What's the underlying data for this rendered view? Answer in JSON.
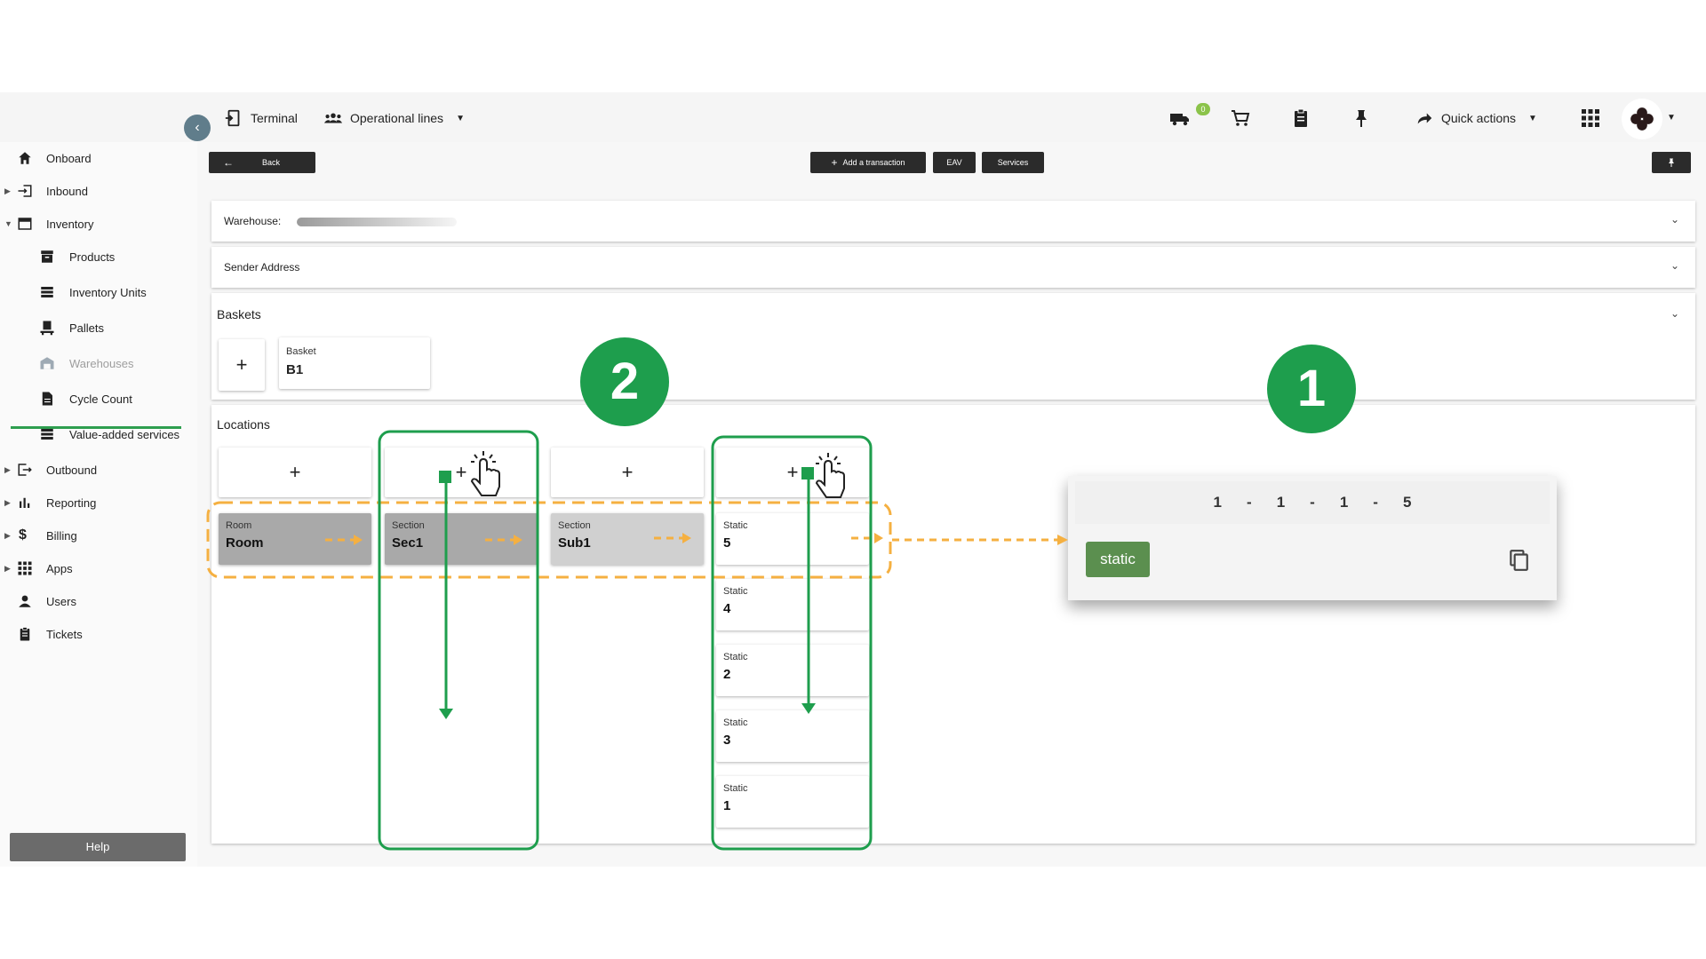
{
  "topbar": {
    "terminal": "Terminal",
    "operational_lines": "Operational lines",
    "badge_count": "0",
    "quick_actions": "Quick actions"
  },
  "sidebar": {
    "items": [
      {
        "label": "Onboard"
      },
      {
        "label": "Inbound"
      },
      {
        "label": "Inventory"
      },
      {
        "label": "Products"
      },
      {
        "label": "Inventory Units"
      },
      {
        "label": "Pallets"
      },
      {
        "label": "Warehouses"
      },
      {
        "label": "Cycle Count"
      },
      {
        "label": "Value-added services"
      },
      {
        "label": "Outbound"
      },
      {
        "label": "Reporting"
      },
      {
        "label": "Billing"
      },
      {
        "label": "Apps"
      },
      {
        "label": "Users"
      },
      {
        "label": "Tickets"
      }
    ],
    "help": "Help"
  },
  "toolbar": {
    "back": "Back",
    "add_transaction": "Add a transaction",
    "eav": "EAV",
    "services": "Services"
  },
  "warehouse": {
    "label": "Warehouse:"
  },
  "sender": {
    "label": "Sender Address"
  },
  "baskets": {
    "title": "Baskets",
    "add": "+",
    "card": {
      "type": "Basket",
      "name": "B1"
    }
  },
  "locations": {
    "title": "Locations",
    "add": "+",
    "columns": [
      {
        "type": "Room",
        "name": "Room"
      },
      {
        "type": "Section",
        "name": "Sec1"
      },
      {
        "type": "Section",
        "name": "Sub1"
      }
    ],
    "statics": [
      {
        "type": "Static",
        "name": "5"
      },
      {
        "type": "Static",
        "name": "4"
      },
      {
        "type": "Static",
        "name": "2"
      },
      {
        "type": "Static",
        "name": "3"
      },
      {
        "type": "Static",
        "name": "1"
      }
    ]
  },
  "markers": {
    "one": "1",
    "two": "2"
  },
  "popup": {
    "path": [
      "1",
      "-",
      "1",
      "-",
      "1",
      "-",
      "5"
    ],
    "chip": "static"
  },
  "colors": {
    "annotation_green": "#1e9e4d",
    "annotation_orange": "#f5b041",
    "active_green": "#2e9e4f"
  }
}
